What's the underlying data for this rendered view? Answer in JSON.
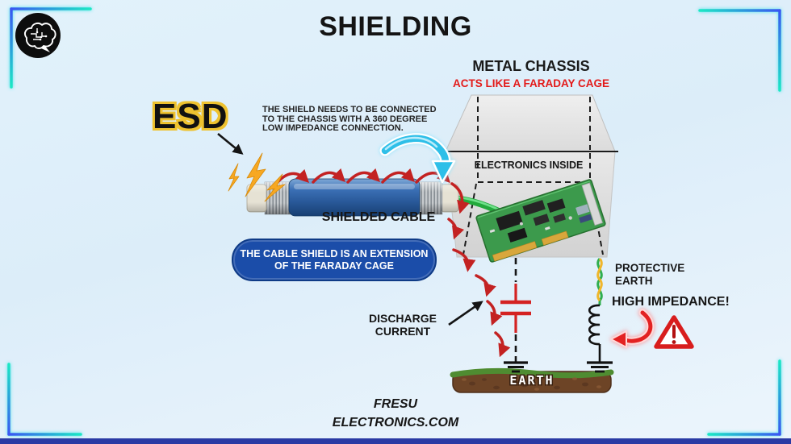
{
  "header": {
    "title": "SHIELDING"
  },
  "chassis": {
    "label": "METAL CHASSIS",
    "sublabel": "ACTS LIKE A FARADAY CAGE",
    "inside_label": "ELECTRONICS INSIDE"
  },
  "esd": {
    "label": "ESD"
  },
  "shield_note": {
    "lines": [
      "THE SHIELD NEEDS TO BE CONNECTED",
      "TO THE CHASSIS WITH A 360 DEGREE",
      "LOW IMPEDANCE CONNECTION."
    ]
  },
  "cable": {
    "label": "SHIELDED CABLE"
  },
  "pill": {
    "lines": [
      "THE CABLE SHIELD IS AN EXTENSION",
      "OF THE FARADAY CAGE"
    ]
  },
  "discharge": {
    "lines": [
      "DISCHARGE",
      "CURRENT"
    ]
  },
  "protective_earth": {
    "lines": [
      "PROTECTIVE",
      "EARTH"
    ]
  },
  "high_impedance": {
    "label": "HIGH IMPEDANCE!"
  },
  "earth": {
    "label": "EARTH"
  },
  "footer": {
    "line1": "FRESU",
    "line2": "ELECTRONICS.COM"
  },
  "icons": {
    "logo": "brain-circuit",
    "warning": "triangle-exclamation",
    "lightning": "esd-spark-bolts"
  },
  "colors": {
    "background": "#e0f0fa",
    "accent_pill_blue": "#1b4da9",
    "arrow_red": "#c32222",
    "cyan_arrow": "#2fbfe8",
    "esd_gold": "#eec22f",
    "faraday_red": "#e31a1a",
    "earth_brown": "#6d4426",
    "grass_green": "#4f8c31",
    "neon_cyan": "#1ce8c4",
    "neon_blue": "#3b55f2",
    "bottom_bar_navy": "#2a3aa4"
  }
}
